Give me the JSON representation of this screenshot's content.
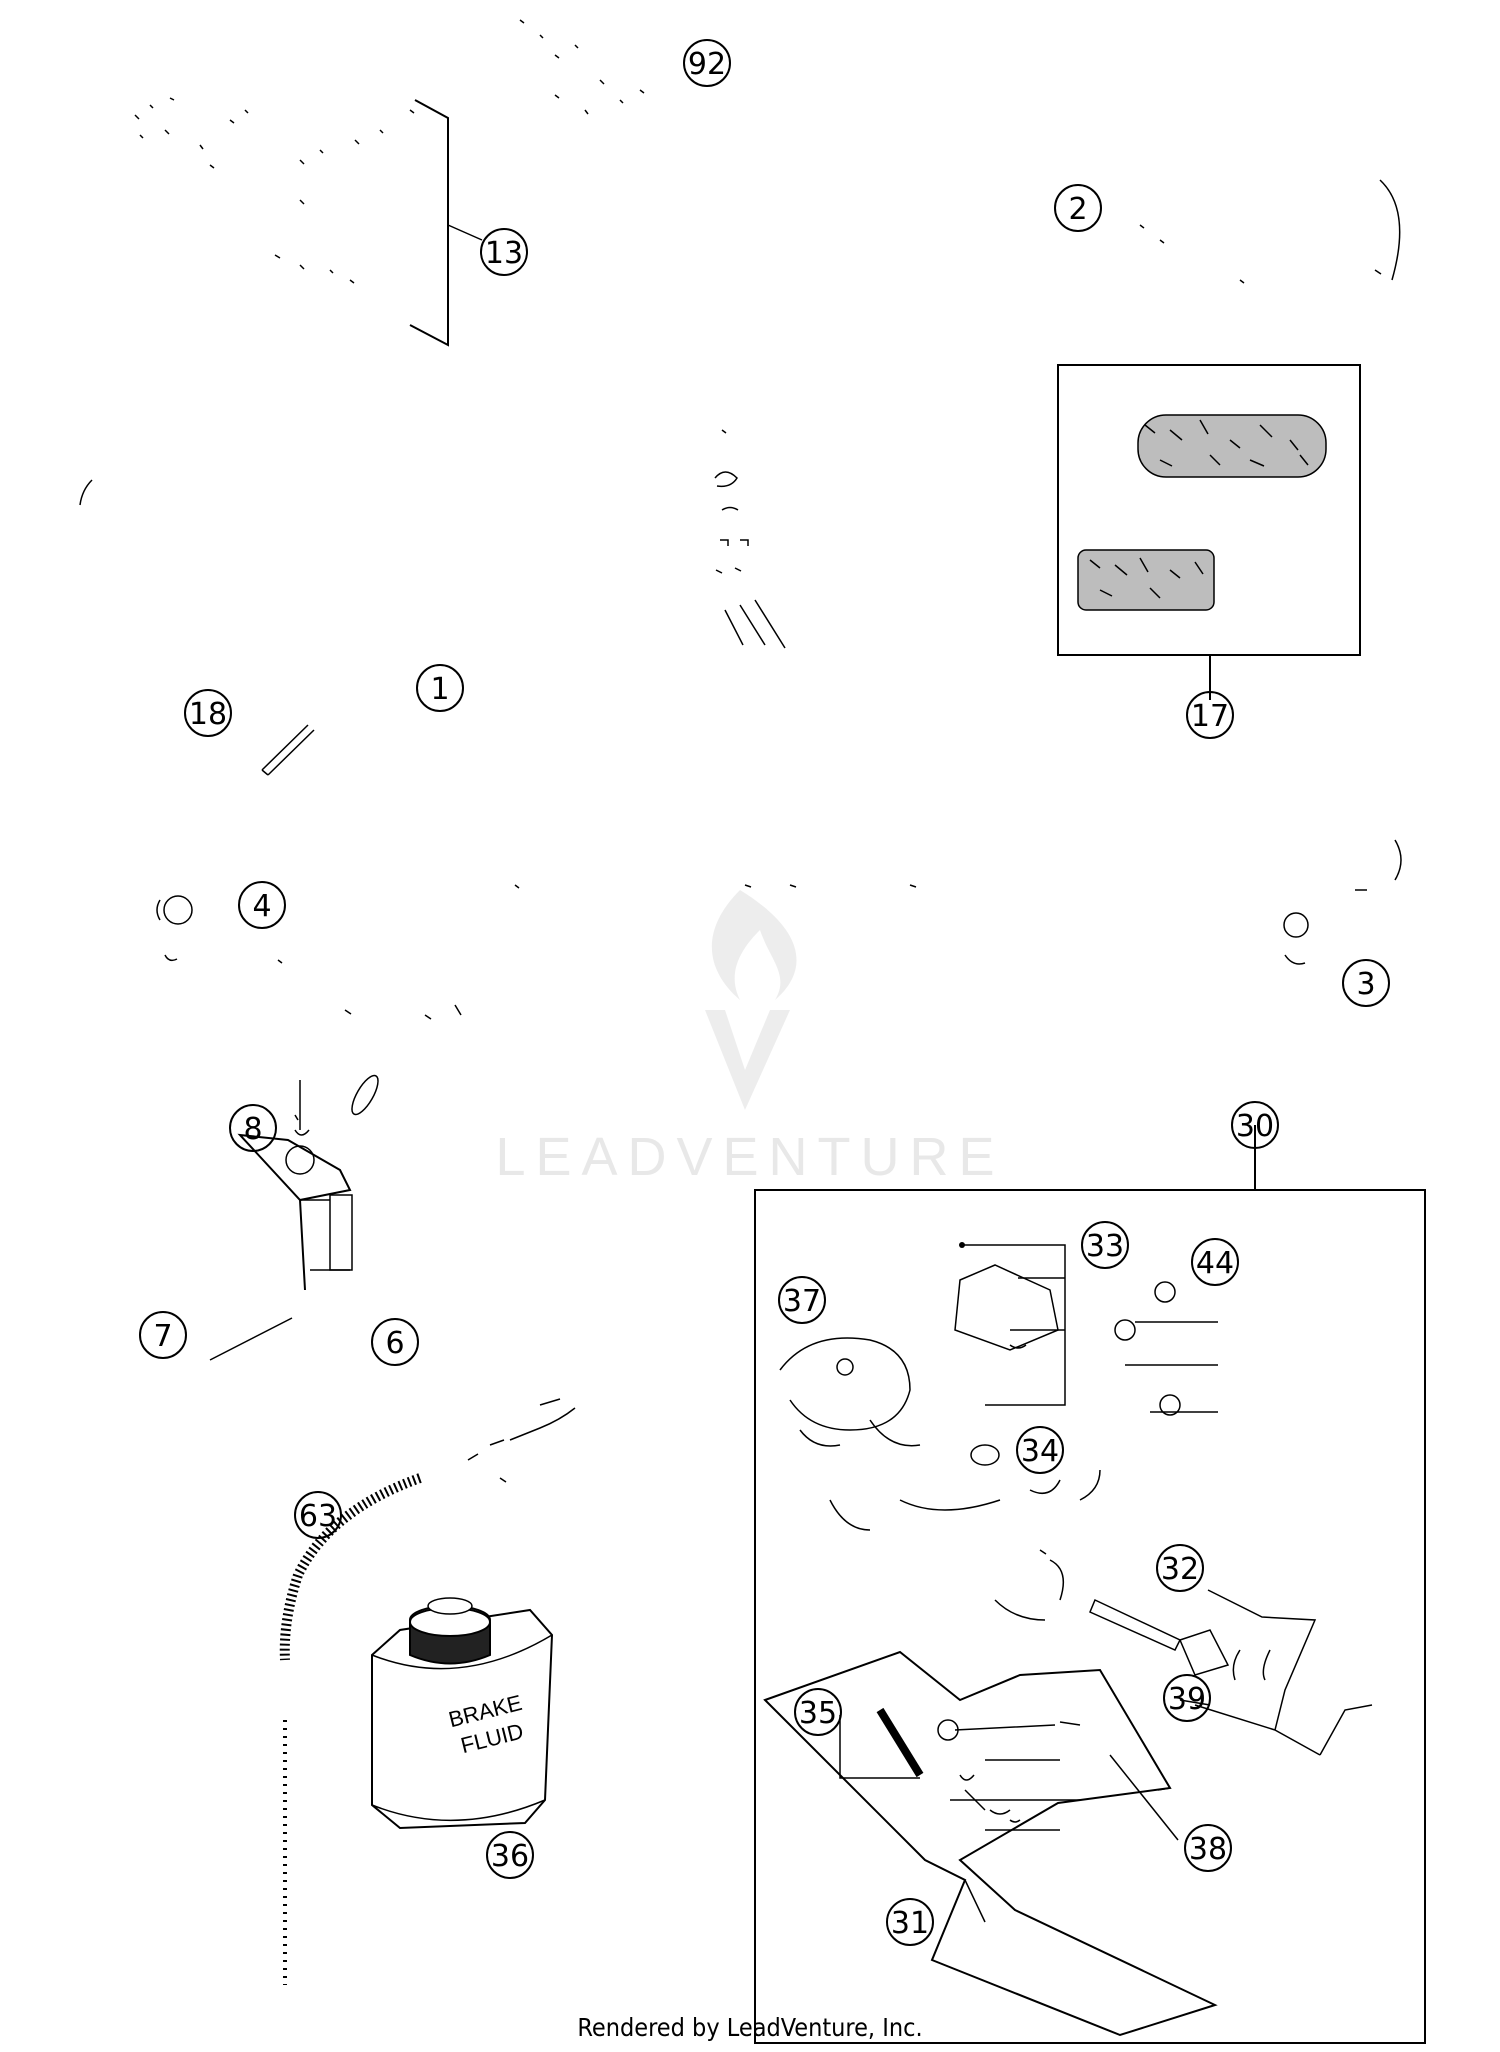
{
  "callouts": [
    "92",
    "13",
    "2",
    "17",
    "1",
    "18",
    "4",
    "3",
    "8",
    "7",
    "6",
    "30",
    "33",
    "44",
    "37",
    "34",
    "32",
    "39",
    "35",
    "38",
    "31",
    "63",
    "36"
  ],
  "bottle_label": [
    "BRAKE",
    "FLUID"
  ],
  "watermark": "LEADVENTURE",
  "footer": "Rendered by LeadVenture, Inc."
}
